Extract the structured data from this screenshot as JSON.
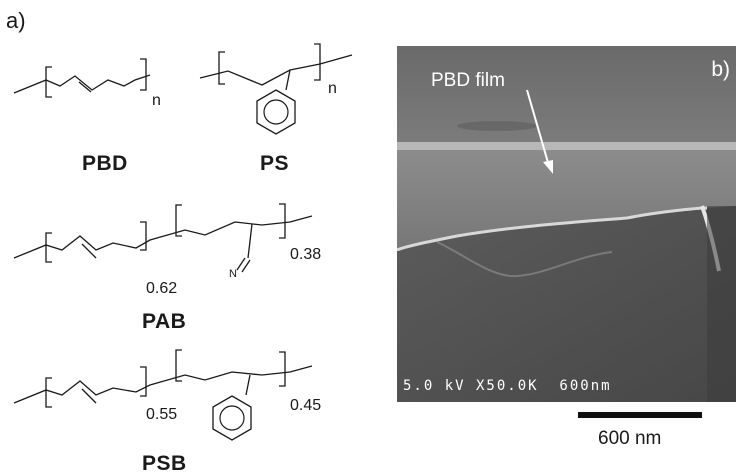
{
  "panel_a": {
    "label": "a)",
    "pbd": {
      "name": "PBD",
      "subscript": "n"
    },
    "ps": {
      "name": "PS",
      "subscript": "n"
    },
    "pab": {
      "name": "PAB",
      "fraction_1": "0.62",
      "fraction_2": "0.38",
      "atom_n": "N"
    },
    "psb": {
      "name": "PSB",
      "fraction_1": "0.55",
      "fraction_2": "0.45"
    }
  },
  "panel_b": {
    "label": "b)",
    "annotation": "PBD film",
    "sem_info": "5.0 kV X50.0K  600nm",
    "scale_bar_label": "600 nm"
  }
}
